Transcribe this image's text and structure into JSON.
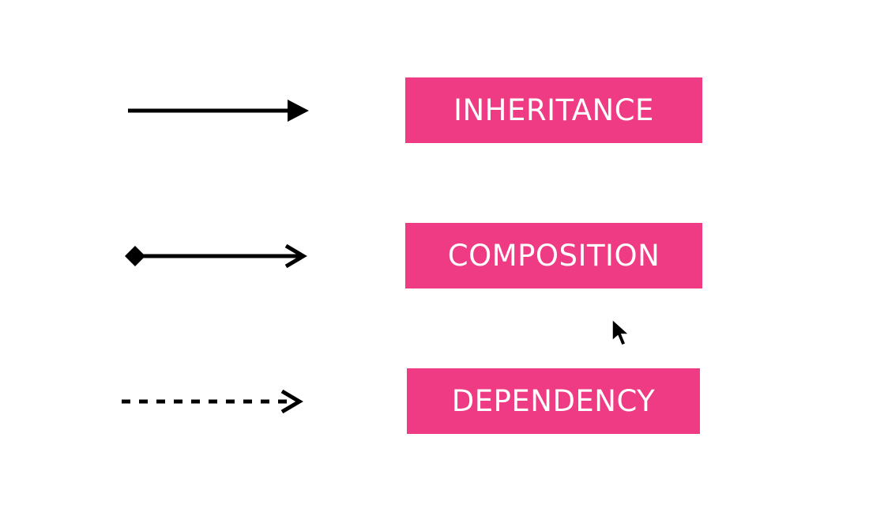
{
  "colors": {
    "label_background": "#ee3b84",
    "label_text": "#ffffff",
    "arrow": "#000000"
  },
  "relations": [
    {
      "label": "INHERITANCE",
      "arrow_style": "solid-line-filled-triangle-head"
    },
    {
      "label": "COMPOSITION",
      "arrow_style": "solid-line-diamond-tail-open-head"
    },
    {
      "label": "DEPENDENCY",
      "arrow_style": "dashed-line-open-head"
    }
  ],
  "cursor_icon": "pointer-arrow-icon"
}
